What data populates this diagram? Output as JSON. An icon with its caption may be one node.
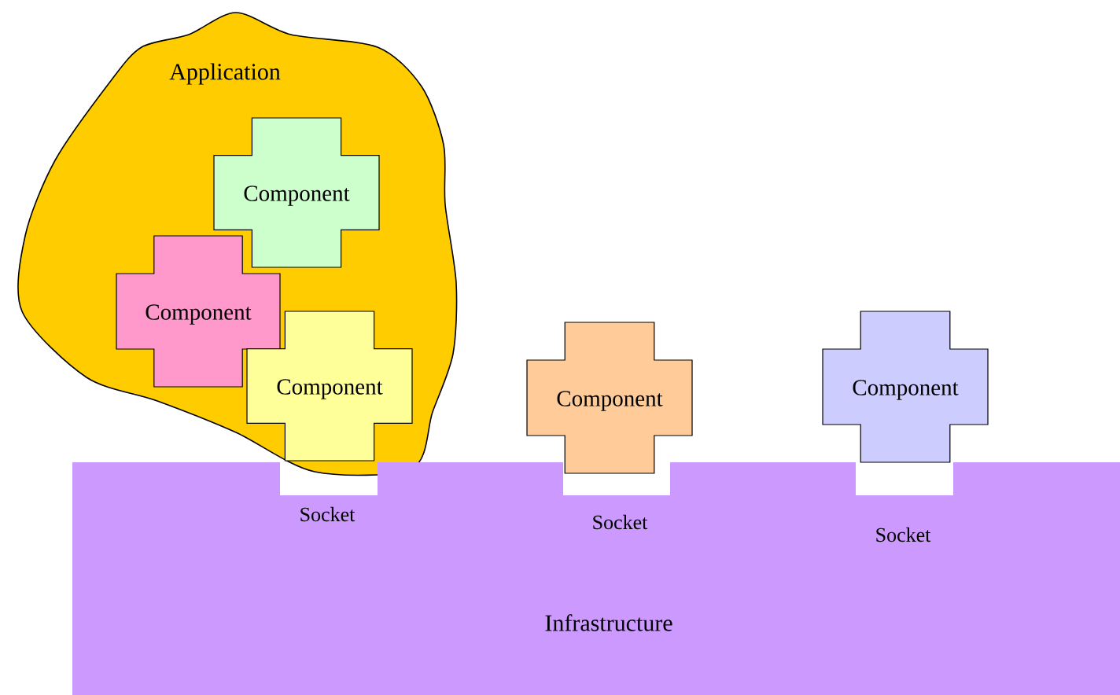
{
  "diagram": {
    "nodes": [
      {
        "text": [
          "Application"
        ]
      },
      {
        "text": [
          "Component"
        ],
        "in": 0
      },
      {
        "text": [
          "Component"
        ],
        "in": 0
      },
      {
        "text": [
          "Component"
        ],
        "in": 0
      },
      {
        "text": [
          "Component"
        ]
      },
      {
        "text": [
          "Component"
        ]
      },
      {
        "text": [
          "Infrastructure"
        ]
      }
    ],
    "labels": [
      "Socket",
      "Socket",
      "Socket"
    ]
  }
}
